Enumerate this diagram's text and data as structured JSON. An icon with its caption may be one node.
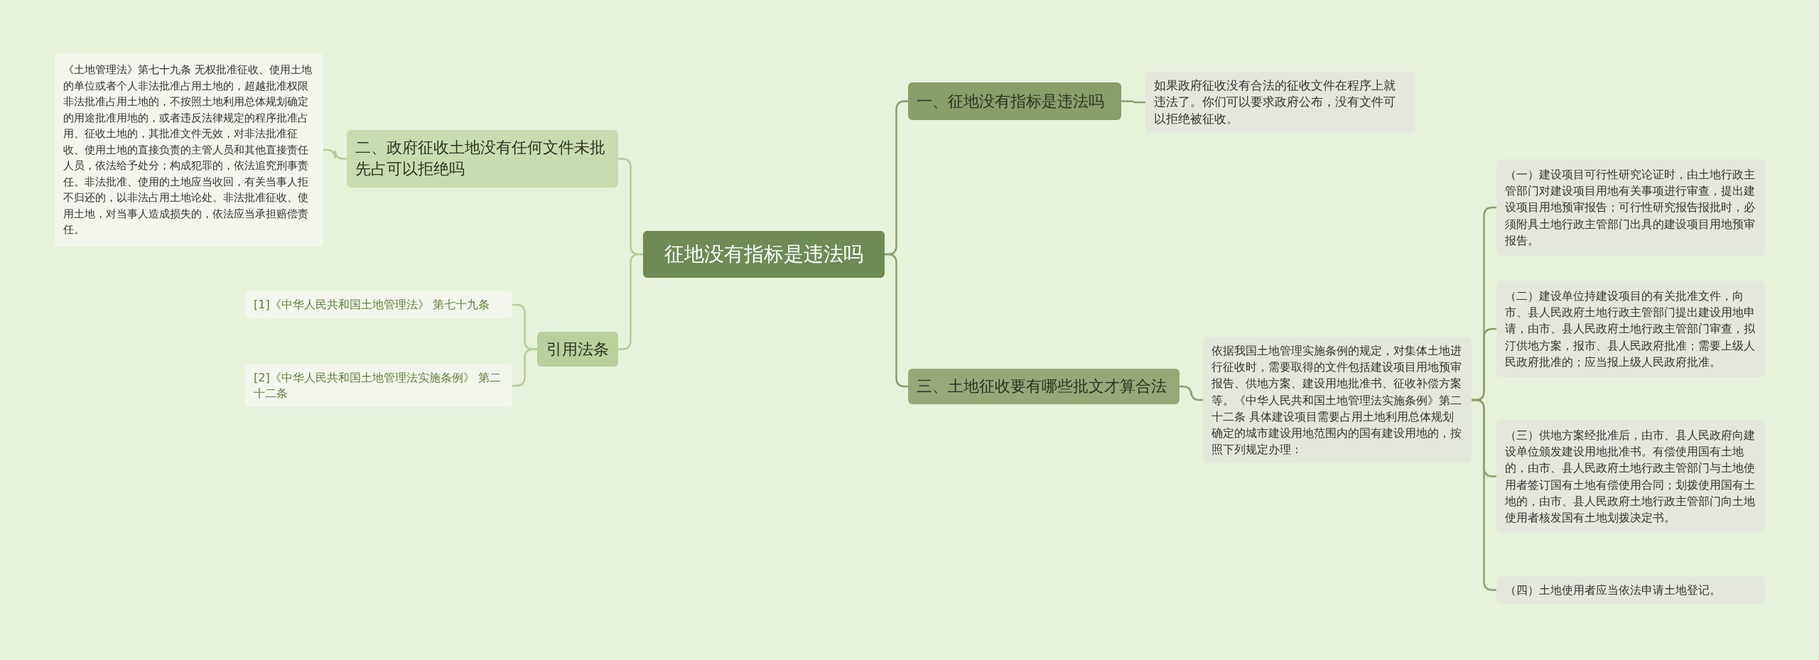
{
  "diagram": {
    "nodes": [
      {
        "text": [
          "征地没有指标是违法吗"
        ]
      },
      {
        "text": [
          "一、征地没有指标是违法吗"
        ]
      },
      {
        "text": [
          "如果政府征收没有合法的征收文件在程序上就违法了。你们可以要求政府公布，没有文件可以拒绝被征收。"
        ]
      },
      {
        "text": [
          "二、政府征收土地没有任何文件未批先占可以拒绝吗"
        ]
      },
      {
        "text": [
          "《土地管理法》第七十九条 无权批准征收、使用土地的单位或者个人非法批准占用土地的，超越批准权限非法批准占用土地的，不按照土地利用总体规划确定的用途批准用地的，或者违反法律规定的程序批准占用、征收土地的，其批准文件无效，对非法批准征收、使用土地的直接负责的主管人员和其他直接责任人员，依法给予处分；构成犯罪的，依法追究刑事责任。非法批准、使用的土地应当收回，有关当事人拒不归还的，以非法占用土地论处。非法批准征收、使用土地，对当事人造成损失的，依法应当承担赔偿责任。"
        ]
      },
      {
        "text": [
          "三、土地征收要有哪些批文才算合法"
        ]
      },
      {
        "text": [
          "依据我国土地管理实施条例的规定，对集体土地进行征收时，需要取得的文件包括建设项目用地预审报告、供地方案、建设用地批准书、征收补偿方案等。《中华人民共和国土地管理法实施条例》第二十二条 具体建设项目需要占用土地利用总体规划确定的城市建设用地范围内的国有建设用地的，按照下列规定办理："
        ]
      },
      {
        "text": [
          "（一）建设项目可行性研究论证时，由土地行政主管部门对建设项目用地有关事项进行审查，提出建设项目用地预审报告；可行性研究报告报批时，必须附具土地行政主管部门出具的建设项目用地预审报告。"
        ]
      },
      {
        "text": [
          "（二）建设单位持建设项目的有关批准文件，向市、县人民政府土地行政主管部门提出建设用地申请，由市、县人民政府土地行政主管部门审查，拟汀供地方案，报市、县人民政府批准；需要上级人民政府批准的；应当报上级人民政府批准。"
        ]
      },
      {
        "text": [
          "（三）供地方案经批准后，由市、县人民政府向建设单位颁发建设用地批准书。有偿使用国有土地的，由市、县人民政府土地行政主管部门与土地使用者签订国有土地有偿使用合同；划拨使用国有土地的，由市、县人民政府土地行政主管部门向土地使用者核发国有土地划拨决定书。"
        ]
      },
      {
        "text": [
          "（四）土地使用者应当依法申请土地登记。"
        ]
      },
      {
        "text": [
          "引用法条"
        ]
      },
      {
        "text": [
          "[1]《中华人民共和国土地管理法》 第七十九条"
        ]
      },
      {
        "text": [
          "[2]《中华人民共和国土地管理法实施条例》 第二十二条"
        ]
      }
    ],
    "edges": [
      {
        "from": 0,
        "to": 1,
        "arrow": "none"
      },
      {
        "from": 1,
        "to": 2,
        "arrow": "none"
      },
      {
        "from": 0,
        "to": 3,
        "arrow": "none",
        "color": "#b7cc9a"
      },
      {
        "from": 3,
        "to": 4,
        "arrow": "none",
        "color": "#b7cc9a"
      },
      {
        "from": 0,
        "to": 5,
        "arrow": "none"
      },
      {
        "from": 5,
        "to": 6,
        "arrow": "none"
      },
      {
        "from": 6,
        "to": 7,
        "arrow": "none"
      },
      {
        "from": 6,
        "to": 8,
        "arrow": "none"
      },
      {
        "from": 6,
        "to": 9,
        "arrow": "none"
      },
      {
        "from": 6,
        "to": 10,
        "arrow": "none"
      },
      {
        "from": 0,
        "to": 11,
        "arrow": "none",
        "color": "#b7cc9a"
      },
      {
        "from": 11,
        "to": 12,
        "arrow": "none",
        "color": "#b7cc9a"
      },
      {
        "from": 11,
        "to": 13,
        "arrow": "none",
        "color": "#b7cc9a"
      }
    ]
  }
}
